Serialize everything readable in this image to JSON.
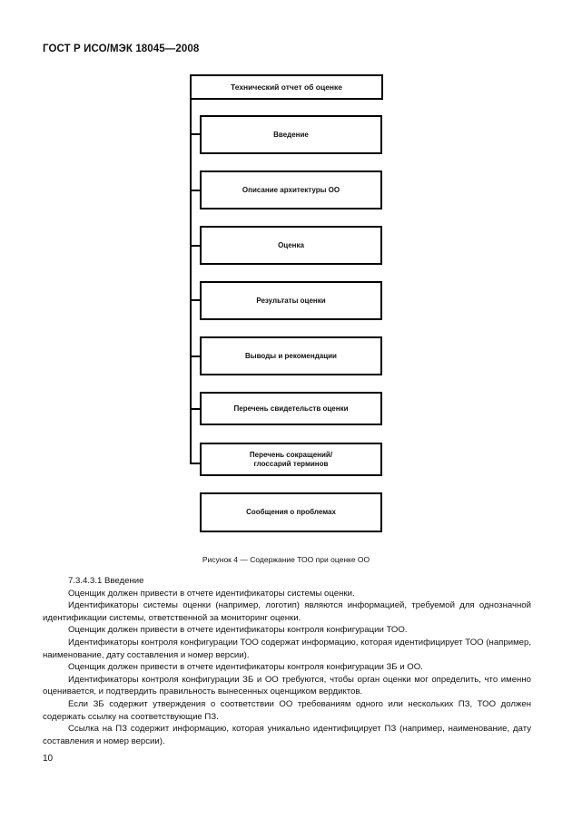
{
  "header": {
    "title": "ГОСТ Р ИСО/МЭК 18045—2008"
  },
  "diagram": {
    "root": "Технический отчет об оценке",
    "items": [
      "Введение",
      "Описание архитектуры ОО",
      "Оценка",
      "Результаты оценки",
      "Выводы и рекомендации",
      "Перечень свидетельств оценки",
      "Перечень сокращений/\nглоссарий терминов"
    ],
    "separate_item": "Сообщения о проблемах"
  },
  "caption": "Рисунок 4 — Содержание ТОО при оценке ОО",
  "body": {
    "paragraphs": [
      "7.3.4.3.1 Введение",
      "Оценщик должен привести в отчете идентификаторы системы оценки.",
      "Идентификаторы системы оценки (например, логотип) являются информацией, требуемой для однозначной идентификации системы, ответственной за мониторинг оценки.",
      "Оценщик должен привести в отчете идентификаторы контроля конфигурации ТОО.",
      "Идентификаторы контроля конфигурации ТОО содержат информацию, которая идентифицирует ТОО (например, наименование, дату составления и номер версии).",
      "Оценщик должен привести в отчете идентификаторы контроля конфигурации ЗБ и ОО.",
      "Идентификаторы контроля конфигурации ЗБ и ОО требуются, чтобы орган оценки мог определить, что именно оценивается, и подтвердить правильность вынесенных оценщиком вердиктов.",
      "Если ЗБ содержит утверждения о соответствии ОО требованиям одного или нескольких ПЗ, ТОО должен содержать ссылку на соответствующие ПЗ.",
      "Ссылка на ПЗ содержит информацию, которая уникально идентифицирует ПЗ (например, наименование, дату составления и номер версии)."
    ]
  },
  "page_number": "10"
}
